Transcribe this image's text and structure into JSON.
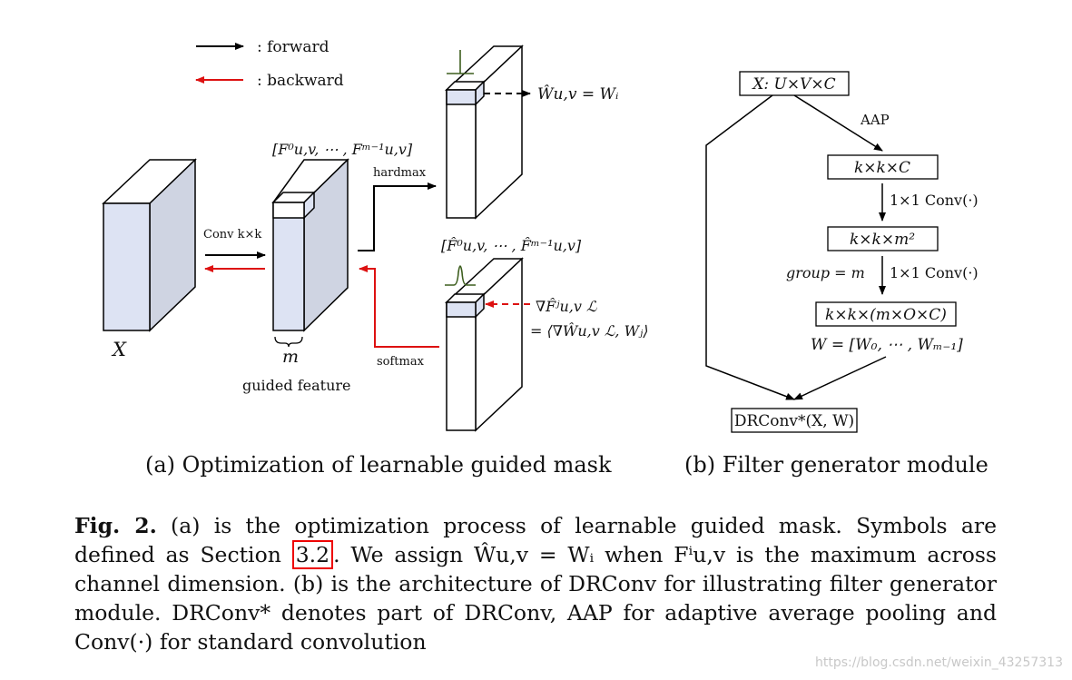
{
  "legend": {
    "forward_label": ": forward",
    "backward_label": ": backward",
    "forward_color": "#000000",
    "backward_color": "#dd1111"
  },
  "panel_a": {
    "input_label": "X",
    "conv_label": "Conv k×k",
    "guided_top_label": "[F⁰u,v, ⋯ , Fᵐ⁻¹u,v]",
    "m_label": "m",
    "guided_feature_label": "guided feature",
    "hardmax_label": "hardmax",
    "softmax_label": "softmax",
    "top_right_eq": "Ŵu,v = Wᵢ",
    "soft_top_label": "[F̂⁰u,v, ⋯ , F̂ᵐ⁻¹u,v]",
    "grad_eq_line1": "∇F̂ʲu,v ℒ",
    "grad_eq_line2": "= ⟨∇Ŵu,v ℒ, Wⱼ⟩",
    "subcaption": "(a) Optimization of learnable guided mask"
  },
  "panel_b": {
    "box1": "X: U×V×C",
    "aap": "AAP",
    "box2": "k×k×C",
    "conv1": "1×1 Conv(·)",
    "box3": "k×k×m²",
    "group": "group = m",
    "conv2": "1×1 Conv(·)",
    "box4": "k×k×(m×O×C)",
    "weights": "W = [W₀, ⋯ , Wₘ₋₁]",
    "box5": "DRConv*(X, W)",
    "subcaption": "(b) Filter generator module"
  },
  "caption": {
    "label": "Fig. 2.",
    "text1": " (a) is the optimization process of learnable guided mask. Symbols are defined as Section ",
    "ref": "3.2",
    "text2": ". We assign Ŵu,v = Wᵢ when Fⁱu,v is the maximum across channel dimension. (b) is the architecture of DRConv for illustrating filter generator module. DRConv* denotes part of DRConv, AAP for adaptive average pooling and Conv(·) for standard convolution"
  },
  "watermark": "https://blog.csdn.net/weixin_43257313"
}
